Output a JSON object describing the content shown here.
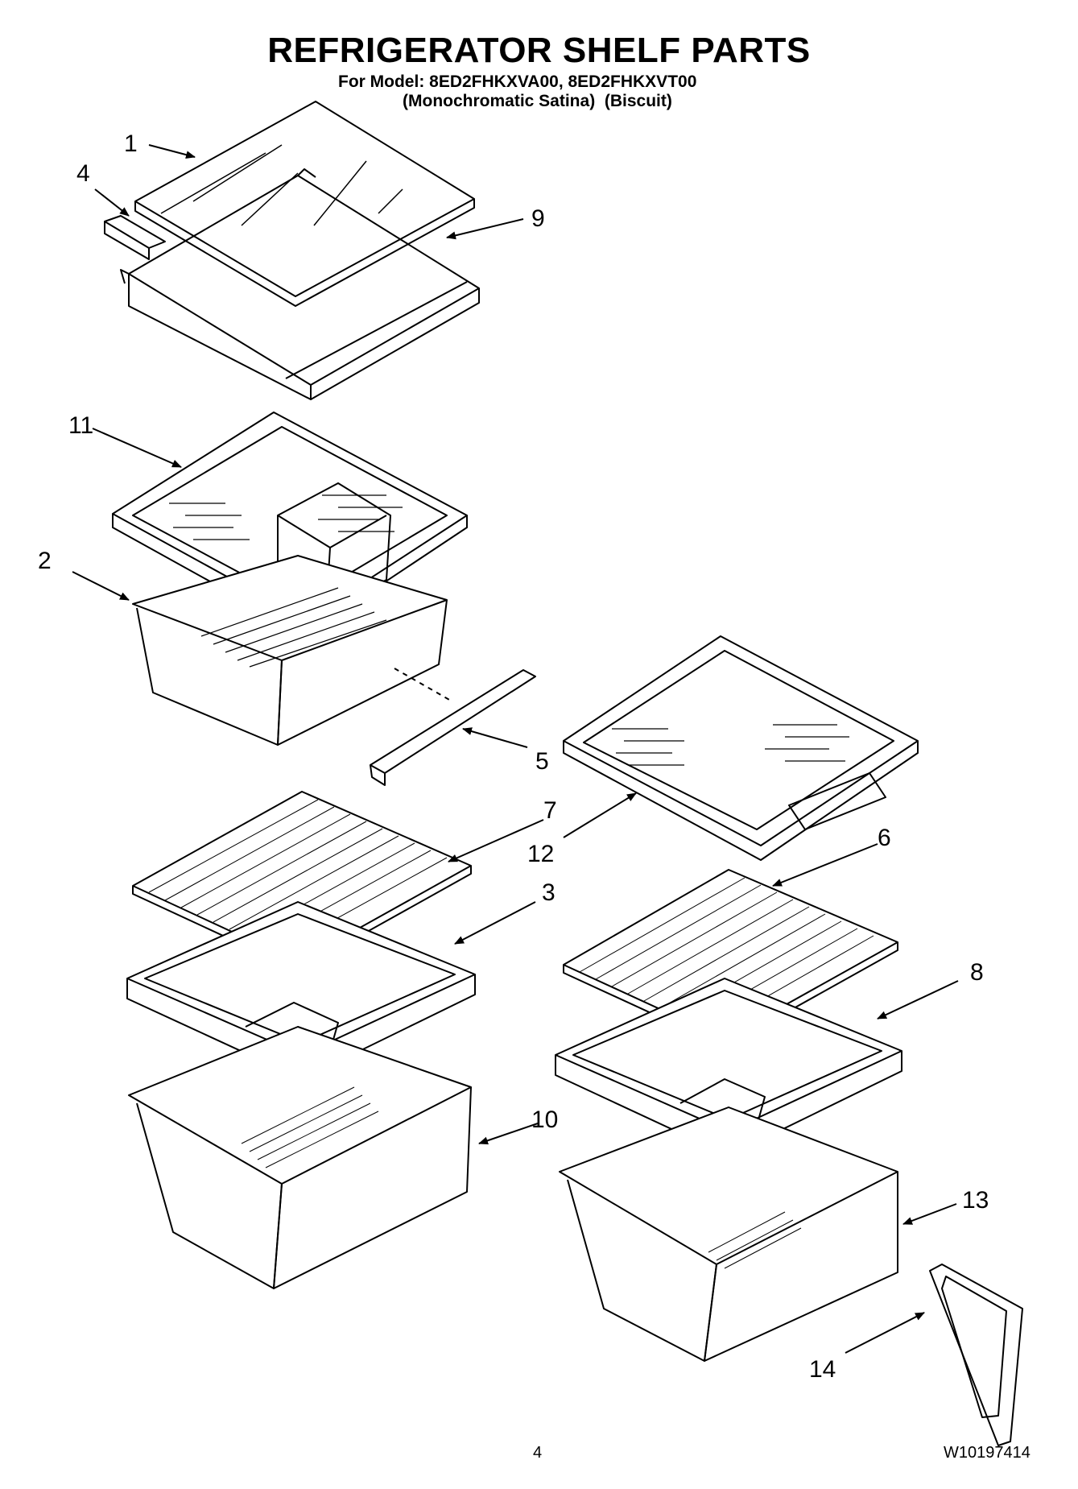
{
  "header": {
    "title": "REFRIGERATOR SHELF PARTS",
    "model_line": "For Model: 8ED2FHKXVA00, 8ED2FHKXVT00",
    "color_line": "(Monochromatic Satina)  (Biscuit)"
  },
  "callouts": [
    "1",
    "4",
    "9",
    "11",
    "2",
    "5",
    "7",
    "12",
    "3",
    "6",
    "8",
    "10",
    "13",
    "14"
  ],
  "footer": {
    "page_number": "4",
    "document_number": "W10197414"
  }
}
